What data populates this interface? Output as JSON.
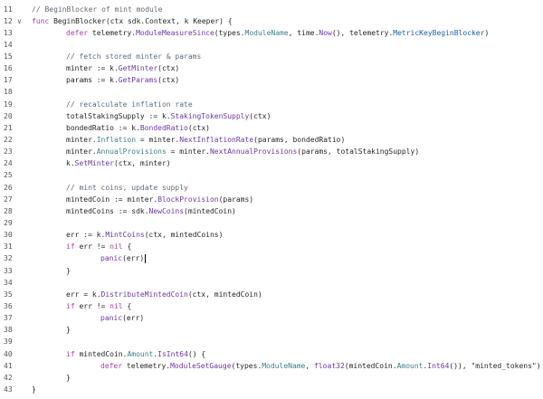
{
  "editor": {
    "colors": {
      "keyword": "#ad3da4",
      "function": "#6c36a9",
      "member": "#3e7f87",
      "constant": "#1f5fb0",
      "comment": "#5d6c79"
    },
    "cursor_line": 32,
    "fold_icon_line": 12,
    "lines": [
      {
        "n": "11",
        "indent": 0,
        "tokens": [
          [
            "// BeginBlocker of mint module",
            "c"
          ]
        ]
      },
      {
        "n": "12",
        "indent": 0,
        "tokens": [
          [
            "func",
            "k"
          ],
          [
            " BeginBlocker(ctx sdk.Context, k Keeper) {",
            "p"
          ]
        ]
      },
      {
        "n": "13",
        "indent": 1,
        "tokens": [
          [
            "defer",
            "k"
          ],
          [
            " telemetry.",
            "p"
          ],
          [
            "ModuleMeasureSince",
            "f"
          ],
          [
            "(types.",
            "p"
          ],
          [
            "ModuleName",
            "m"
          ],
          [
            ", time.",
            "p"
          ],
          [
            "Now",
            "f"
          ],
          [
            "(), telemetry.",
            "p"
          ],
          [
            "MetricKeyBeginBlocker",
            "b"
          ],
          [
            ")",
            "p"
          ]
        ]
      },
      {
        "n": "14",
        "indent": 0,
        "tokens": []
      },
      {
        "n": "15",
        "indent": 1,
        "tokens": [
          [
            "// fetch stored minter & params",
            "c"
          ]
        ]
      },
      {
        "n": "16",
        "indent": 1,
        "tokens": [
          [
            "minter := k.",
            "p"
          ],
          [
            "GetMinter",
            "f"
          ],
          [
            "(ctx)",
            "p"
          ]
        ]
      },
      {
        "n": "17",
        "indent": 1,
        "tokens": [
          [
            "params := k.",
            "p"
          ],
          [
            "GetParams",
            "f"
          ],
          [
            "(ctx)",
            "p"
          ]
        ]
      },
      {
        "n": "18",
        "indent": 0,
        "tokens": []
      },
      {
        "n": "19",
        "indent": 1,
        "tokens": [
          [
            "// recalculate inflation rate",
            "c"
          ]
        ]
      },
      {
        "n": "20",
        "indent": 1,
        "tokens": [
          [
            "totalStakingSupply := k.",
            "p"
          ],
          [
            "StakingTokenSupply",
            "f"
          ],
          [
            "(ctx)",
            "p"
          ]
        ]
      },
      {
        "n": "21",
        "indent": 1,
        "tokens": [
          [
            "bondedRatio := k.",
            "p"
          ],
          [
            "BondedRatio",
            "f"
          ],
          [
            "(ctx)",
            "p"
          ]
        ]
      },
      {
        "n": "22",
        "indent": 1,
        "tokens": [
          [
            "minter.",
            "p"
          ],
          [
            "Inflation",
            "m"
          ],
          [
            " = minter.",
            "p"
          ],
          [
            "NextInflationRate",
            "f"
          ],
          [
            "(params, bondedRatio)",
            "p"
          ]
        ]
      },
      {
        "n": "23",
        "indent": 1,
        "tokens": [
          [
            "minter.",
            "p"
          ],
          [
            "AnnualProvisions",
            "m"
          ],
          [
            " = minter.",
            "p"
          ],
          [
            "NextAnnualProvisions",
            "f"
          ],
          [
            "(params, totalStakingSupply)",
            "p"
          ]
        ]
      },
      {
        "n": "24",
        "indent": 1,
        "tokens": [
          [
            "k.",
            "p"
          ],
          [
            "SetMinter",
            "f"
          ],
          [
            "(ctx, minter)",
            "p"
          ]
        ]
      },
      {
        "n": "25",
        "indent": 0,
        "tokens": []
      },
      {
        "n": "26",
        "indent": 1,
        "tokens": [
          [
            "// mint coins, update supply",
            "c"
          ]
        ]
      },
      {
        "n": "27",
        "indent": 1,
        "tokens": [
          [
            "mintedCoin := minter.",
            "p"
          ],
          [
            "BlockProvision",
            "f"
          ],
          [
            "(params)",
            "p"
          ]
        ]
      },
      {
        "n": "28",
        "indent": 1,
        "tokens": [
          [
            "mintedCoins := sdk.",
            "p"
          ],
          [
            "NewCoins",
            "f"
          ],
          [
            "(mintedCoin)",
            "p"
          ]
        ]
      },
      {
        "n": "29",
        "indent": 0,
        "tokens": []
      },
      {
        "n": "30",
        "indent": 1,
        "tokens": [
          [
            "err := k.",
            "p"
          ],
          [
            "MintCoins",
            "f"
          ],
          [
            "(ctx, mintedCoins)",
            "p"
          ]
        ]
      },
      {
        "n": "31",
        "indent": 1,
        "tokens": [
          [
            "if",
            "k"
          ],
          [
            " err != ",
            "p"
          ],
          [
            "nil",
            "k"
          ],
          [
            " {",
            "p"
          ]
        ]
      },
      {
        "n": "32",
        "indent": 2,
        "tokens": [
          [
            "panic",
            "f"
          ],
          [
            "(err)",
            "p"
          ]
        ]
      },
      {
        "n": "33",
        "indent": 1,
        "tokens": [
          [
            "}",
            "p"
          ]
        ]
      },
      {
        "n": "34",
        "indent": 0,
        "tokens": []
      },
      {
        "n": "35",
        "indent": 1,
        "tokens": [
          [
            "err = k.",
            "p"
          ],
          [
            "DistributeMintedCoin",
            "f"
          ],
          [
            "(ctx, mintedCoin)",
            "p"
          ]
        ]
      },
      {
        "n": "36",
        "indent": 1,
        "tokens": [
          [
            "if",
            "k"
          ],
          [
            " err != ",
            "p"
          ],
          [
            "nil",
            "k"
          ],
          [
            " {",
            "p"
          ]
        ]
      },
      {
        "n": "37",
        "indent": 2,
        "tokens": [
          [
            "panic",
            "f"
          ],
          [
            "(err)",
            "p"
          ]
        ]
      },
      {
        "n": "38",
        "indent": 1,
        "tokens": [
          [
            "}",
            "p"
          ]
        ]
      },
      {
        "n": "39",
        "indent": 0,
        "tokens": []
      },
      {
        "n": "40",
        "indent": 1,
        "tokens": [
          [
            "if",
            "k"
          ],
          [
            " mintedCoin.",
            "p"
          ],
          [
            "Amount",
            "m"
          ],
          [
            ".",
            "p"
          ],
          [
            "IsInt64",
            "f"
          ],
          [
            "() {",
            "p"
          ]
        ]
      },
      {
        "n": "41",
        "indent": 2,
        "tokens": [
          [
            "defer",
            "k"
          ],
          [
            " telemetry.",
            "p"
          ],
          [
            "ModuleSetGauge",
            "f"
          ],
          [
            "(types.",
            "p"
          ],
          [
            "ModuleName",
            "m"
          ],
          [
            ", ",
            "p"
          ],
          [
            "float32",
            "f"
          ],
          [
            "(mintedCoin.",
            "p"
          ],
          [
            "Amount",
            "m"
          ],
          [
            ".",
            "p"
          ],
          [
            "Int64",
            "f"
          ],
          [
            "()), ",
            "p"
          ],
          [
            "\"minted_tokens\"",
            "s"
          ],
          [
            ")",
            "p"
          ]
        ]
      },
      {
        "n": "42",
        "indent": 1,
        "tokens": [
          [
            "}",
            "p"
          ]
        ]
      },
      {
        "n": "43",
        "indent": 0,
        "tokens": [
          [
            "}",
            "p"
          ]
        ]
      }
    ]
  }
}
